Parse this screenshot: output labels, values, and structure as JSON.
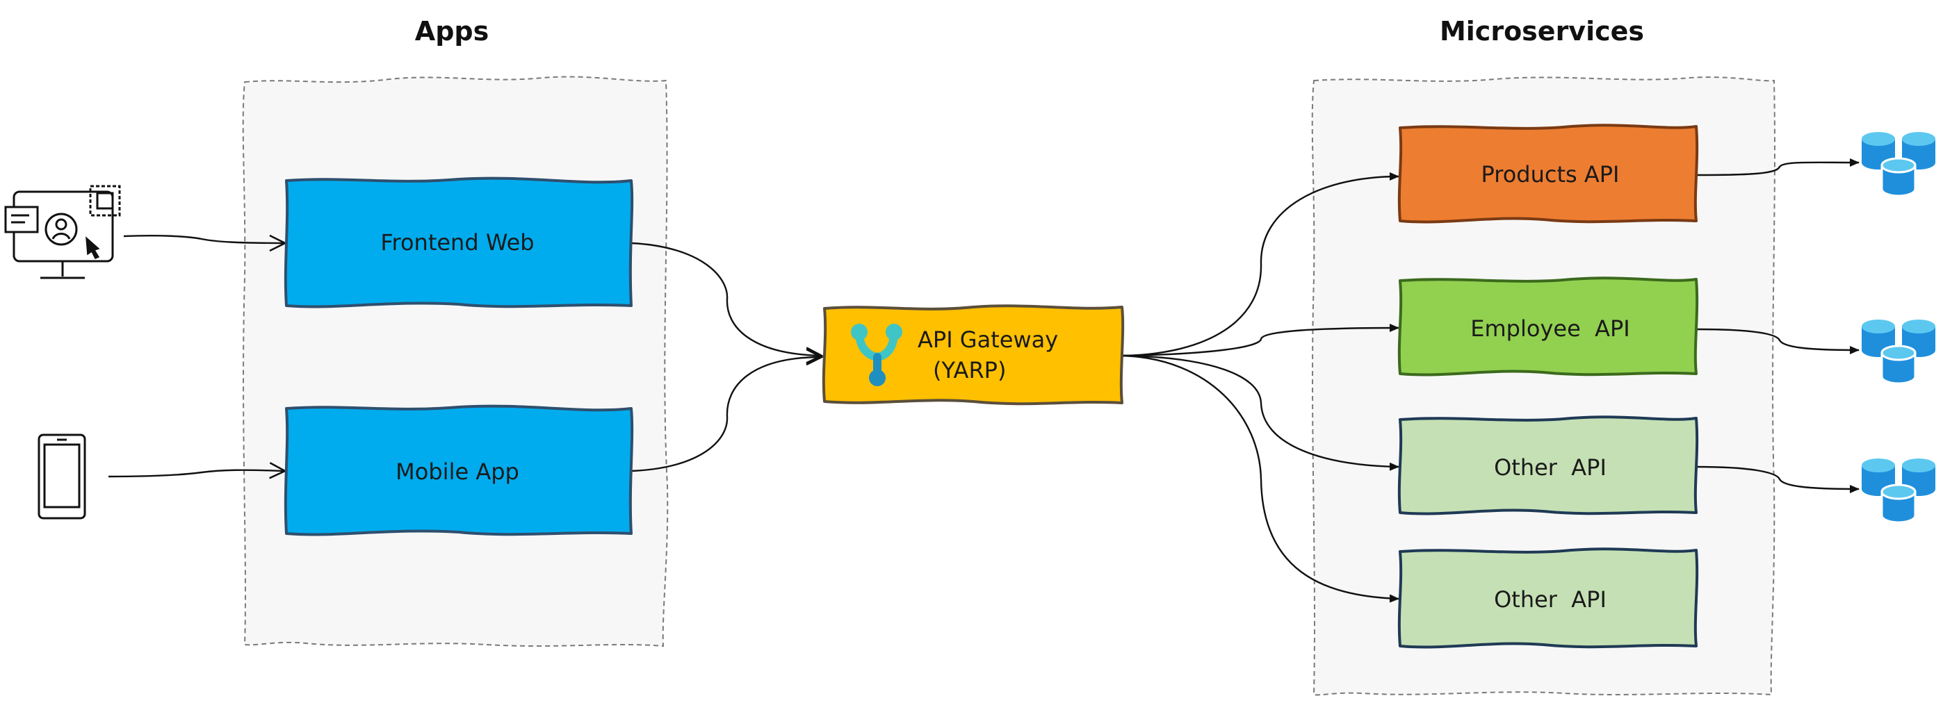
{
  "headings": {
    "apps": "Apps",
    "microservices": "Microservices"
  },
  "apps": [
    {
      "label": "Frontend Web",
      "client_icon": "desktop-user-icon"
    },
    {
      "label": "Mobile App",
      "client_icon": "smartphone-icon"
    }
  ],
  "gateway": {
    "line1": "API Gateway",
    "line2": "(YARP)",
    "icon": "git-branch-icon"
  },
  "services": [
    {
      "label": "Products API",
      "has_database": true
    },
    {
      "label": "Employee  API",
      "has_database": true
    },
    {
      "label": "Other  API",
      "has_database": true
    },
    {
      "label": "Other  API",
      "has_database": false
    }
  ],
  "colors": {
    "app_fill": "#00acee",
    "app_stroke": "#2f4f6e",
    "gateway_fill": "#ffc000",
    "gateway_stroke": "#5b4e3a",
    "products_fill": "#ed7d31",
    "products_stroke": "#7a3a13",
    "employee_fill": "#92d050",
    "employee_stroke": "#3b6a1c",
    "other_fill": "#c5e0b4",
    "other_stroke": "#1f3a55",
    "database": "#1f8fdc",
    "database_top": "#5cc8f0"
  }
}
